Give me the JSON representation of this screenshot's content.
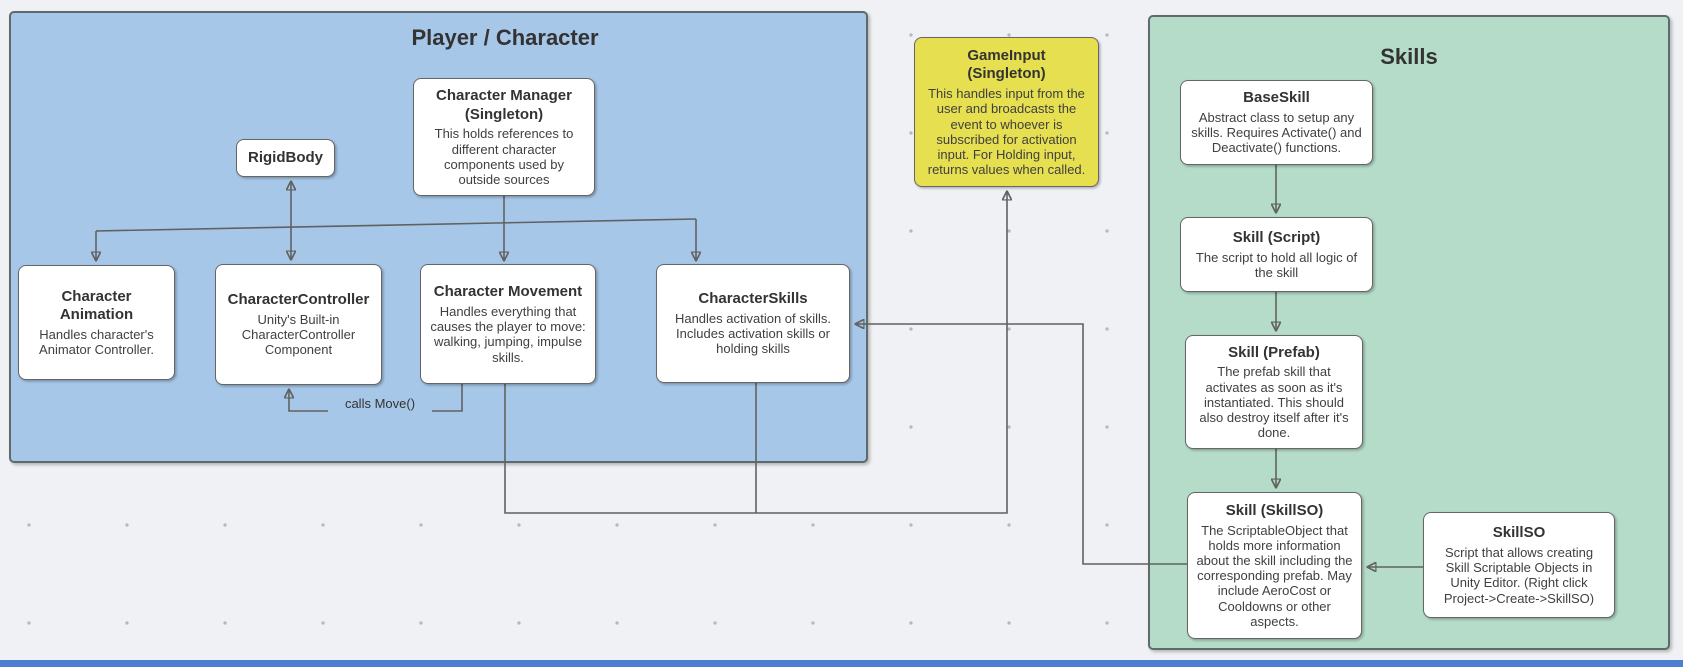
{
  "containers": {
    "player": {
      "title": "Player / Character"
    },
    "skills": {
      "title": "Skills"
    }
  },
  "nodes": {
    "rigidbody": {
      "title": "RigidBody"
    },
    "character_manager": {
      "title": "Character Manager\n(Singleton)",
      "body": "This holds references to different character components used by outside sources"
    },
    "character_animation": {
      "title": "Character\nAnimation",
      "body": "Handles character's Animator Controller."
    },
    "character_controller": {
      "title": "CharacterController",
      "body": "Unity's Built-in CharacterController Component"
    },
    "character_movement": {
      "title": "Character Movement",
      "body": "Handles everything that causes the player to move: walking, jumping, impulse skills."
    },
    "character_skills": {
      "title": "CharacterSkills",
      "body": "Handles activation of skills. Includes activation skills or holding skills"
    },
    "game_input": {
      "title": "GameInput\n(Singleton)",
      "body": "This handles input from the user and broadcasts the event to whoever is subscribed for activation input.  For Holding input, returns values when called."
    },
    "base_skill": {
      "title": "BaseSkill",
      "body": "Abstract class to setup any skills. Requires Activate() and Deactivate() functions."
    },
    "skill_script": {
      "title": "Skill (Script)",
      "body": "The script to hold all logic of the skill"
    },
    "skill_prefab": {
      "title": "Skill (Prefab)",
      "body": "The prefab skill that activates as soon as it's instantiated.  This should also destroy itself after it's done."
    },
    "skill_skillso": {
      "title": "Skill (SkillSO)",
      "body": "The ScriptableObject that holds more information about the skill including the corresponding prefab. May include AeroCost or Cooldowns or other aspects."
    },
    "skillso": {
      "title": "SkillSO",
      "body": "Script that allows creating Skill Scriptable Objects in Unity Editor. (Right click Project->Create->SkillSO)"
    }
  },
  "labels": {
    "calls_move": "calls Move()"
  },
  "colors": {
    "blue": "#a7c7e8",
    "yellow": "#e6df50",
    "green": "#b5dcc8",
    "line": "#616161",
    "strip": "#4d7fd0",
    "bg": "#eff1f4"
  }
}
